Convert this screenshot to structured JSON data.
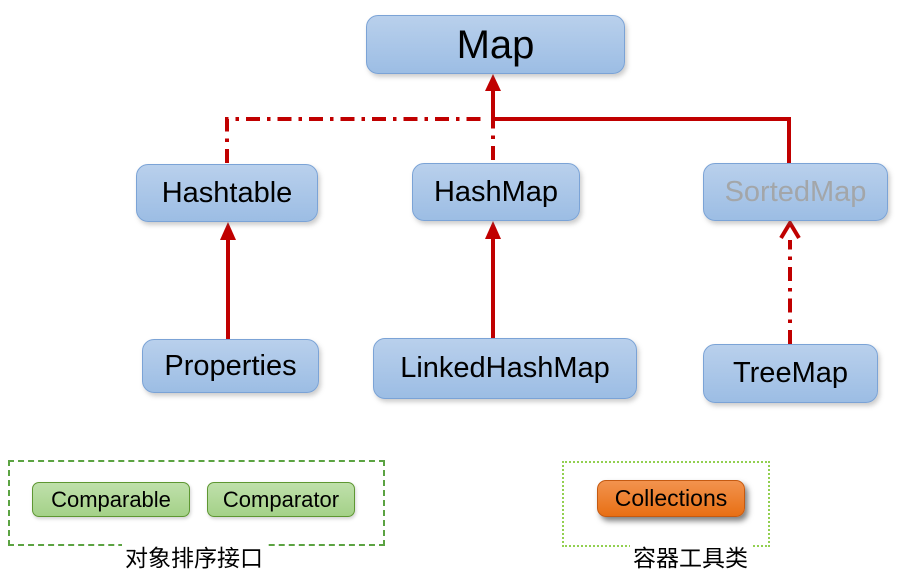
{
  "diagram": {
    "nodes": {
      "map": {
        "label": "Map"
      },
      "hashtable": {
        "label": "Hashtable"
      },
      "hashmap": {
        "label": "HashMap"
      },
      "sortedmap": {
        "label": "SortedMap"
      },
      "properties": {
        "label": "Properties"
      },
      "linkedhashmap": {
        "label": "LinkedHashMap"
      },
      "treemap": {
        "label": "TreeMap"
      }
    },
    "edges": [
      {
        "from": "hashtable",
        "to": "map",
        "style": "dash-dot"
      },
      {
        "from": "hashmap",
        "to": "map",
        "style": "dash-dot"
      },
      {
        "from": "sortedmap",
        "to": "map",
        "style": "solid"
      },
      {
        "from": "properties",
        "to": "hashtable",
        "style": "solid"
      },
      {
        "from": "linkedhashmap",
        "to": "hashmap",
        "style": "solid"
      },
      {
        "from": "treemap",
        "to": "sortedmap",
        "style": "dash-dot"
      }
    ],
    "legends": {
      "sorting": {
        "items": [
          {
            "label": "Comparable"
          },
          {
            "label": "Comparator"
          }
        ],
        "caption": "对象排序接口"
      },
      "utility": {
        "items": [
          {
            "label": "Collections"
          }
        ],
        "caption": "容器工具类"
      }
    },
    "colors": {
      "node-fill-top": "#b9d0ec",
      "node-fill-bottom": "#9cbde4",
      "node-border": "#7ba3d6",
      "arrow": "#c00000",
      "muted-text": "#a3a6a9",
      "green-fill-top": "#bfe0ab",
      "green-fill-bottom": "#a4d188",
      "green-border": "#5e9732",
      "dashed-box-border": "#5ba342",
      "dotted-box-border": "#92d050",
      "orange-fill-top": "#f2934e",
      "orange-fill-bottom": "#e86f14",
      "orange-border": "#c55a11"
    }
  }
}
